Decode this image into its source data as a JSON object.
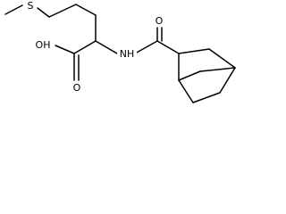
{
  "molecule": {
    "atoms": {
      "sulfur": "S",
      "hydroxyl": "OH",
      "carboxyl_oxygen": "O",
      "amide_nitrogen": "NH",
      "amide_oxygen": "O"
    }
  }
}
